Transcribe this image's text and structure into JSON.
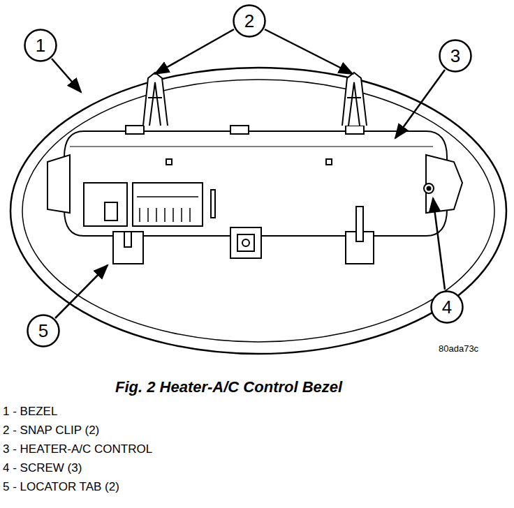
{
  "diagram": {
    "caption": "Fig. 2 Heater-A/C Control Bezel",
    "nodes": [
      {
        "text": [
          "1"
        ]
      },
      {
        "text": [
          "2"
        ]
      },
      {
        "text": [
          "3"
        ]
      },
      {
        "text": [
          "4"
        ]
      },
      {
        "text": [
          "5"
        ]
      }
    ],
    "labels": [
      "80ada73c",
      "1 - BEZEL",
      "2 - SNAP CLIP (2)",
      "3 - HEATER-A/C CONTROL",
      "4 - SCREW (3)",
      "5 - LOCATOR TAB (2)"
    ]
  }
}
